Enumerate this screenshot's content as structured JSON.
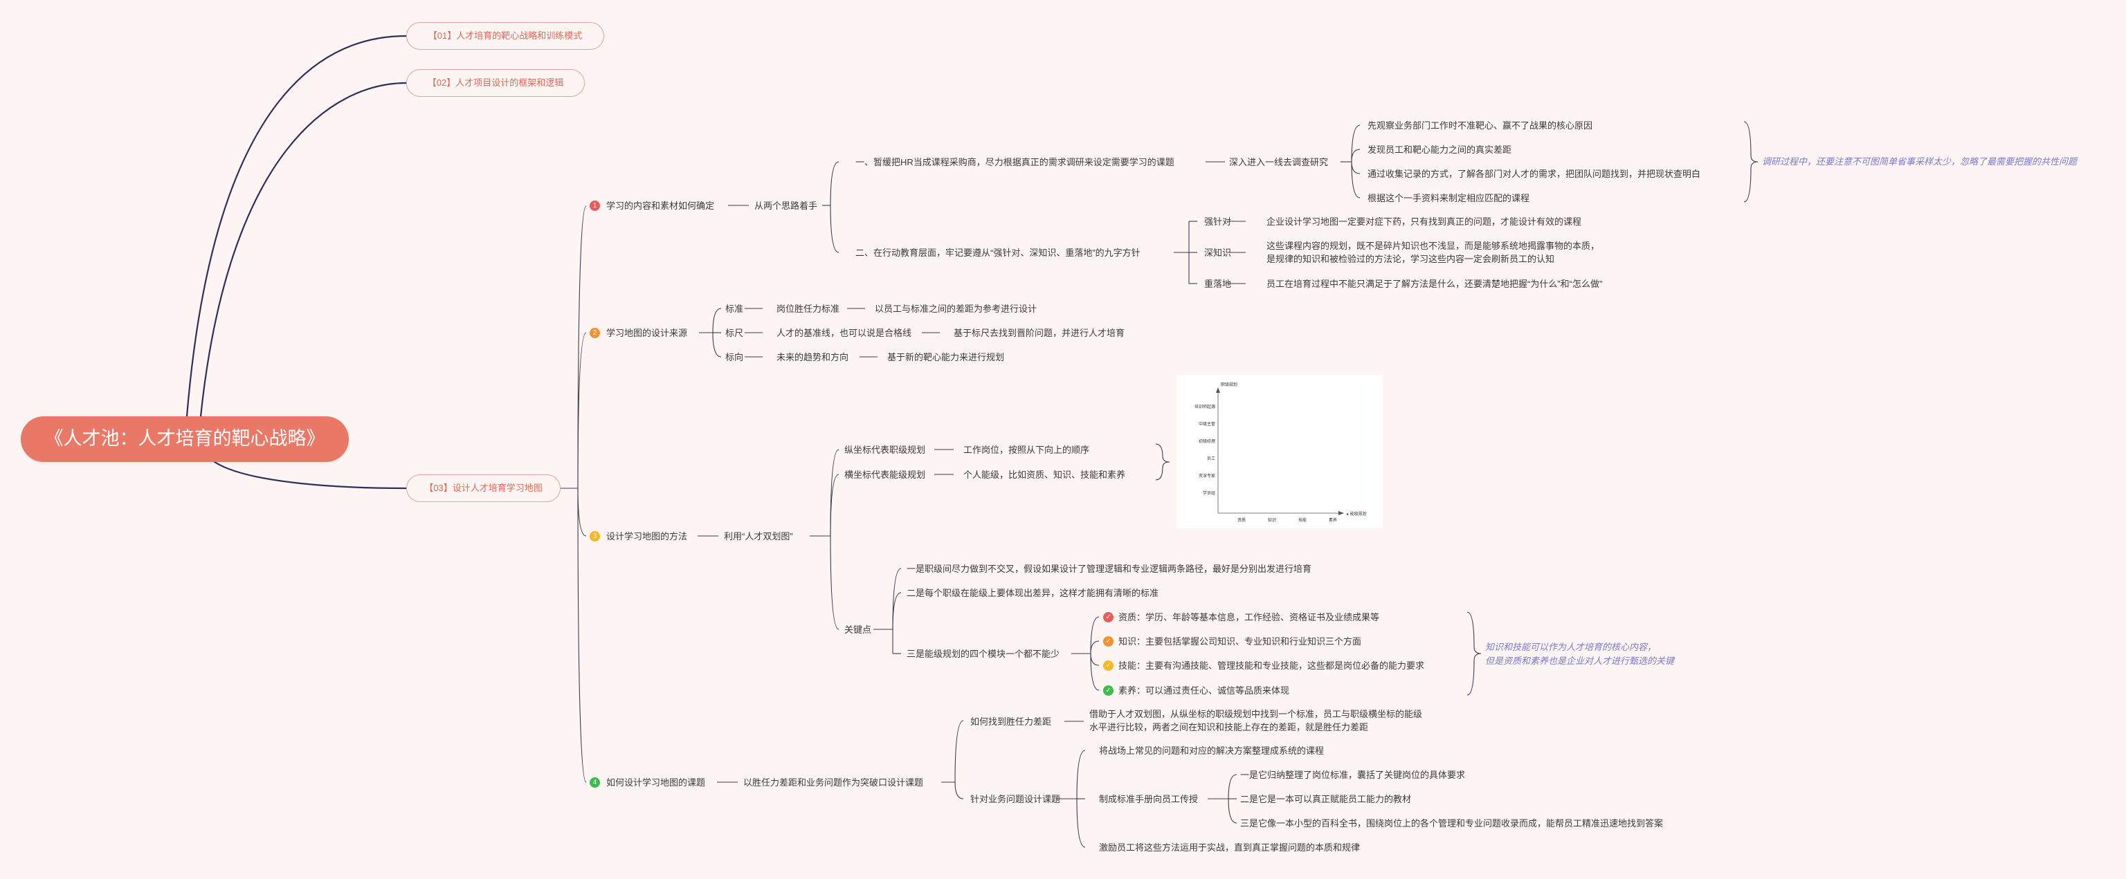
{
  "root": "《人才池：人才培育的靶心战略》",
  "topics": [
    {
      "label": "【01】人才培育的靶心战略和训练模式"
    },
    {
      "label": "【02】人才项目设计的框架和逻辑"
    },
    {
      "label": "【03】设计人才培育学习地图"
    }
  ],
  "colors": {
    "root": "#ea7867",
    "line": "#2e2f5b",
    "n1": "#e95c5c",
    "n2": "#f09234",
    "n3": "#f5b728",
    "n4": "#3cbb4f",
    "note": "#7a7ac8"
  },
  "s1": {
    "num": "1",
    "label": "学习的内容和素材如何确定",
    "sub": "从两个思路着手",
    "a": "一、暂缓把HR当成课程采购商，尽力根据真正的需求调研来设定需要学习的课题",
    "a1": "深入进入一线去调查研究",
    "a_items": [
      "先观察业务部门工作时不准靶心、赢不了战果的核心原因",
      "发现员工和靶心能力之间的真实差距",
      "通过收集记录的方式，了解各部门对人才的需求，把团队问题找到，并把现状查明白",
      "根据这个一手资料来制定相应匹配的课程"
    ],
    "a_note": "调研过程中，还要注意不可图简单省事采样太少，忽略了最需要把握的共性问题",
    "b": "二、在行动教育层面，牢记要遵从“强针对、深知识、重落地”的九字方针",
    "b_items": [
      {
        "k": "强针对",
        "v": [
          "企业设计学习地图一定要对症下药，只有找到真正的问题，才能设计有效的课程"
        ]
      },
      {
        "k": "深知识",
        "v": [
          "这些课程内容的规划，既不是碎片知识也不浅显，而是能够系统地揭露事物的本质，",
          "是规律的知识和被检验过的方法论，学习这些内容一定会刷新员工的认知"
        ]
      },
      {
        "k": "重落地",
        "v": [
          "员工在培育过程中不能只满足于了解方法是什么，还要清楚地把握“为什么”和“怎么做”"
        ]
      }
    ]
  },
  "s2": {
    "num": "2",
    "label": "学习地图的设计来源",
    "rows": [
      {
        "a": "标准",
        "b": "岗位胜任力标准",
        "c": "以员工与标准之间的差距为参考进行设计"
      },
      {
        "a": "标尺",
        "b": "人才的基准线，也可以说是合格线",
        "c": "基于标尺去找到晋阶问题，并进行人才培育"
      },
      {
        "a": "标向",
        "b": "未来的趋势和方向",
        "c": "基于新的靶心能力来进行规划"
      }
    ]
  },
  "s3": {
    "num": "3",
    "label": "设计学习地图的方法",
    "sub": "利用“人才双划图”",
    "p1": [
      {
        "a": "纵坐标代表职级规划",
        "b": "工作岗位，按照从下向上的顺序"
      },
      {
        "a": "横坐标代表能级规划",
        "b": "个人能级，比如资质、知识、技能和素养"
      }
    ],
    "key": "关键点",
    "k_items": [
      "一是职级间尽力做到不交叉，假设如果设计了管理逻辑和专业逻辑两条路径，最好是分别出发进行培育",
      "二是每个职级在能级上要体现出差异，这样才能拥有清晰的标准",
      "三是能级规划的四个模块一个都不能少"
    ],
    "modules": [
      "资质：学历、年龄等基本信息，工作经验、资格证书及业绩成果等",
      "知识：主要包括掌握公司知识、专业知识和行业知识三个方面",
      "技能：主要有沟通技能、管理技能和专业技能，这些都是岗位必备的能力要求",
      "素养：可以通过责任心、诚信等品质来体现"
    ],
    "mod_note": [
      "知识和技能可以作为人才培育的核心内容，",
      "但是资质和素养也是企业对人才进行甄选的关键"
    ],
    "chart": {
      "ylabel": "职级规划",
      "ylevels": [
        "培训师起源",
        "中级主管",
        "初级经理",
        "员工",
        "资深专家",
        "学员组"
      ],
      "xlabel": "能级规划",
      "xcats": [
        "资质",
        "知识",
        "技能",
        "素养"
      ]
    }
  },
  "s4": {
    "num": "4",
    "label": "如何设计学习地图的课题",
    "sub": "以胜任力差距和业务问题作为突破口设计课题",
    "q1": "如何找到胜任力差距",
    "q1v": [
      "借助于人才双划图，从纵坐标的职级规划中找到一个标准，员工与职级横坐标的能级",
      "水平进行比较，两者之间在知识和技能上存在的差距，就是胜任力差距"
    ],
    "q2": "针对业务问题设计课题",
    "q2a": "将战场上常见的问题和对应的解决方案整理成系统的课程",
    "q2b": "制成标准手册向员工传授",
    "q2b_items": [
      "一是它归纳整理了岗位标准，囊括了关键岗位的具体要求",
      "二是它是一本可以真正赋能员工能力的教材",
      "三是它像一本小型的百科全书，围绕岗位上的各个管理和专业问题收录而成，能帮员工精准迅速地找到答案"
    ],
    "q2c": "激励员工将这些方法运用于实战，直到真正掌握问题的本质和规律"
  }
}
